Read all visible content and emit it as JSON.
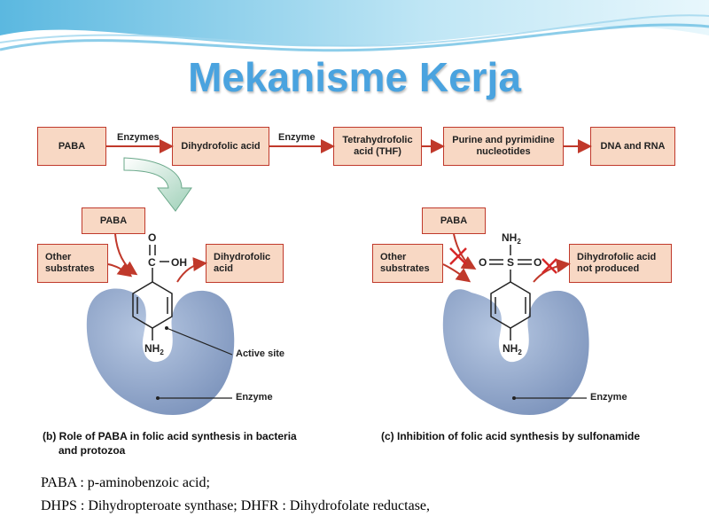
{
  "title": "Mekanisme Kerja",
  "pathway": {
    "paba": "PABA",
    "enzymes_label": "Enzymes",
    "dihydrofolic": "Dihydrofolic acid",
    "enzyme_label": "Enzyme",
    "thf_line1": "Tetrahydrofolic",
    "thf_line2": "acid (THF)",
    "purine_line1": "Purine and pyrimidine",
    "purine_line2": "nucleotides",
    "dna_rna": "DNA and RNA"
  },
  "panel_b": {
    "paba": "PABA",
    "other_line1": "Other",
    "other_line2": "substrates",
    "product_line1": "Dihydrofolic",
    "product_line2": "acid",
    "active_site": "Active site",
    "enzyme": "Enzyme",
    "caption_line1": "(b) Role of PABA in folic acid synthesis in bacteria",
    "caption_line2": "and protozoa",
    "chem": {
      "o": "O",
      "c": "C",
      "oh": "OH",
      "nh2": "NH",
      "sub2": "2"
    }
  },
  "panel_c": {
    "paba": "PABA",
    "other_line1": "Other",
    "other_line2": "substrates",
    "product_line1": "Dihydrofolic acid",
    "product_line2": "not produced",
    "enzyme": "Enzyme",
    "caption": "(c) Inhibition of folic acid synthesis by sulfonamide",
    "chem": {
      "nh2_top": "NH",
      "o_left": "O",
      "s": "S",
      "o_right": "O",
      "nh2_bottom": "NH",
      "sub2": "2"
    }
  },
  "footnote": {
    "line1": "PABA : p-aminobenzoic acid;",
    "line2": "DHPS : Dihydropteroate synthase; DHFR : Dihydrofolate reductase,"
  },
  "colors": {
    "title": "#4aa3df",
    "box_fill": "#f8d8c4",
    "box_border": "#c0392b",
    "arrow": "#c0392b",
    "enzyme": "#8fa6c8",
    "inhibit": "#d62728",
    "wave": "#7fc6e6"
  }
}
